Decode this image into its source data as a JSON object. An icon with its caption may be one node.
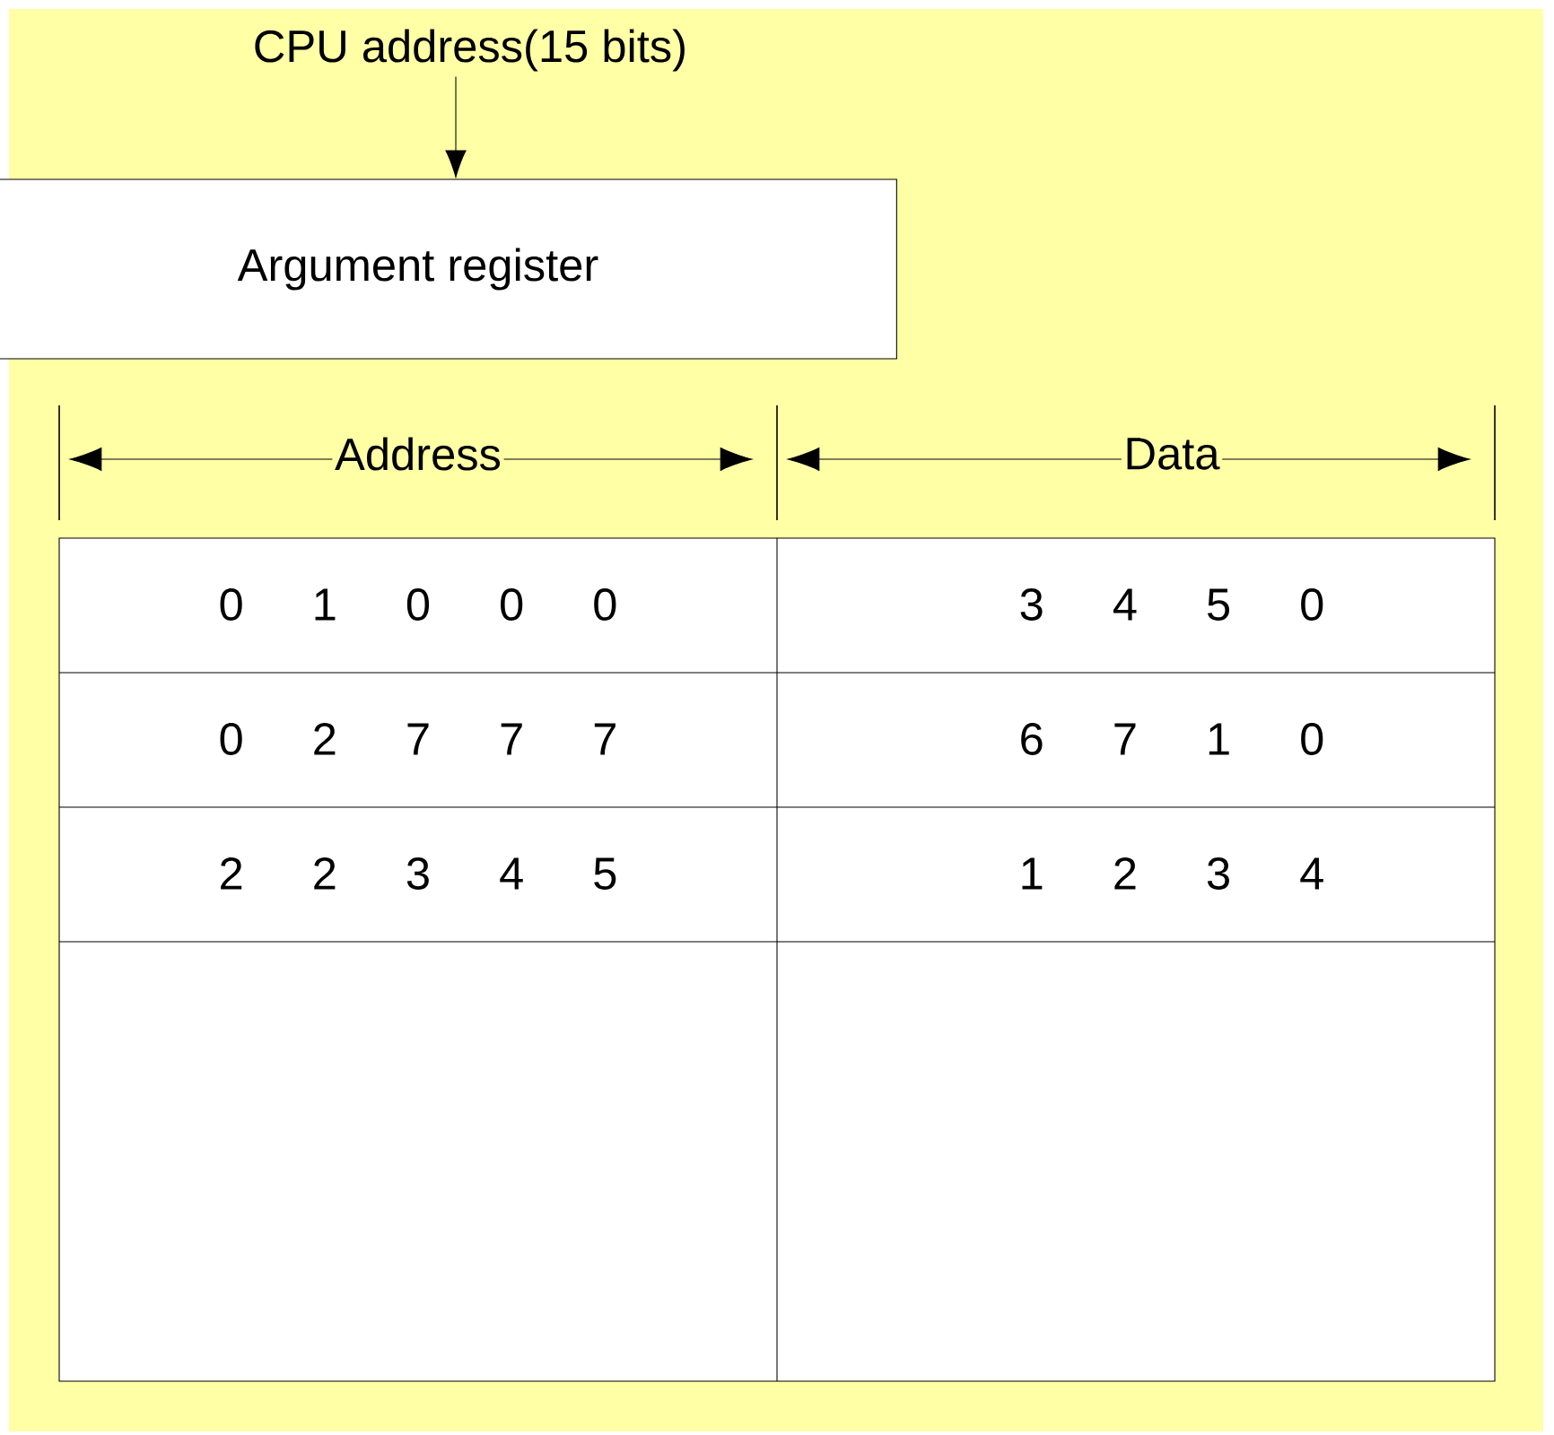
{
  "diagram": {
    "nodes": [
      {
        "text": [
          "CPU address(15 bits)"
        ]
      },
      {
        "text": [
          "Argument register"
        ]
      }
    ],
    "edges": [
      {
        "from": 0,
        "to": 1,
        "arrow": "to"
      }
    ],
    "labels": [
      "Address",
      "Data",
      "0 1 0 0 0",
      "3 4 5 0",
      "0 2 7 7 7",
      "6 7 1 0",
      "2 2 3 4 5",
      "1 2 3 4"
    ]
  }
}
